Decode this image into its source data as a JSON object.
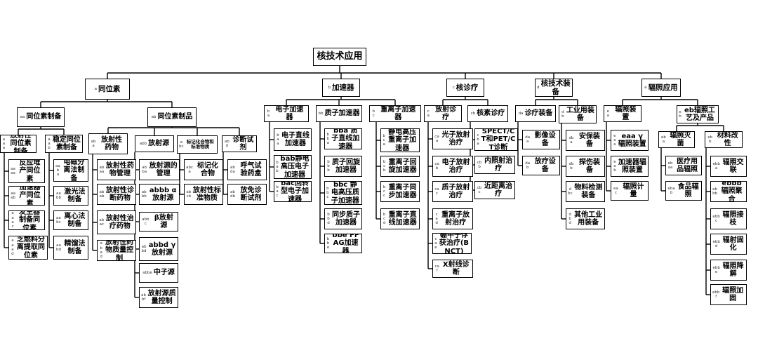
{
  "diagram": {
    "root": {
      "label": "核技术应用"
    },
    "nodes": {
      "isotope": {
        "prefix": "a",
        "label": "同位素"
      },
      "accel": {
        "prefix": "b",
        "label": "加速器"
      },
      "diag": {
        "prefix": "c",
        "label": "核诊疗"
      },
      "equip": {
        "prefix": "d",
        "label": "核技术装备"
      },
      "irrad": {
        "prefix": "e",
        "label": "辐照应用"
      },
      "iso_prep": {
        "prefix": "aa",
        "label": "同位素制备"
      },
      "iso_prod": {
        "prefix": "ab",
        "label": "同位素制品"
      },
      "rad_iso_prep": {
        "prefix": "aaa",
        "label": "放射性同位素制备"
      },
      "stable_iso_prep": {
        "prefix": "aab",
        "label": "稳定同位素制备"
      },
      "reactor_iso": {
        "prefix": "aaaa",
        "label": "反应堆产同位素"
      },
      "accel_iso": {
        "prefix": "aaab",
        "label": "加速器产同位素"
      },
      "gen_iso": {
        "prefix": "aaac",
        "label": "发生器制备同位素"
      },
      "spent_fuel": {
        "prefix": "aaad",
        "label": "乏燃料分离提取同位素"
      },
      "em_sep": {
        "prefix": "aaba",
        "label": "电磁分离法制备"
      },
      "laser": {
        "prefix": "aabb",
        "label": "激光法制备"
      },
      "centri": {
        "prefix": "aabc",
        "label": "离心法制备"
      },
      "distill": {
        "prefix": "aabd",
        "label": "精馏法制备"
      },
      "radio_drug": {
        "prefix": "aba",
        "label": "放射性药物"
      },
      "rad_source": {
        "prefix": "abb",
        "label": "放射源"
      },
      "label_comp": {
        "prefix": "abc",
        "label": "标记化合物和标准物质"
      },
      "diag_kit": {
        "prefix": "abd",
        "label": "诊断试剂"
      },
      "drug_mgmt": {
        "prefix": "abaa",
        "label": "放射性药物管理"
      },
      "drug_diag": {
        "prefix": "abab",
        "label": "放射性诊断药物"
      },
      "drug_ther": {
        "prefix": "abac",
        "label": "放射性治疗药物"
      },
      "drug_qc": {
        "prefix": "abad",
        "label": "放射性药物质量控制"
      },
      "src_mgmt": {
        "prefix": "abba",
        "label": "放射源的管理"
      },
      "alpha": {
        "prefix": "abbb",
        "label": "abbb α放射源"
      },
      "beta": {
        "prefix": "abbc",
        "label": "β放射源"
      },
      "gamma": {
        "prefix": "abbd",
        "label": "abbd γ放射源"
      },
      "neutron": {
        "prefix": "abbe",
        "label": "中子源"
      },
      "src_qc": {
        "prefix": "abbf",
        "label": "放射源质量控制"
      },
      "label_c": {
        "prefix": "abca",
        "label": "标记化合物"
      },
      "std_mat": {
        "prefix": "abcb",
        "label": "放射性标准物质"
      },
      "breath": {
        "prefix": "abda",
        "label": "呼气试验药盒"
      },
      "immuno": {
        "prefix": "abdb",
        "label": "放免诊断试剂"
      },
      "e_accel": {
        "prefix": "ba",
        "label": "电子加速器"
      },
      "p_accel": {
        "prefix": "bb",
        "label": "质子加速器"
      },
      "hi_accel": {
        "prefix": "bc",
        "label": "重离子加速器"
      },
      "e_linear": {
        "prefix": "baa",
        "label": "电子直线加速器"
      },
      "e_static": {
        "prefix": "bab",
        "label": "bab静电高压电子加速器"
      },
      "e_cyclo": {
        "prefix": "bac",
        "label": "bac回转型电子加速器"
      },
      "p_linear": {
        "prefix": "bba",
        "label": "bba 质子直线加速器"
      },
      "p_cyclo": {
        "prefix": "bbb",
        "label": "质子回旋加速器"
      },
      "p_static": {
        "prefix": "bbc",
        "label": "bbc 静电高压质子加速器"
      },
      "p_sync": {
        "prefix": "bbd",
        "label": "同步质子加速器"
      },
      "p_ffag": {
        "prefix": "bbe",
        "label": "bbe FFAG加速器"
      },
      "h_static": {
        "prefix": "bca",
        "label": "静电高压重离子加速器"
      },
      "h_cyclo": {
        "prefix": "bcb",
        "label": "重离子回旋加速器"
      },
      "h_sync": {
        "prefix": "bcc",
        "label": "重离子同步加速器"
      },
      "h_linear": {
        "prefix": "bcd",
        "label": "重离子直线加速器"
      },
      "rad_therapy": {
        "prefix": "ca",
        "label": "放射诊疗"
      },
      "nuc_med": {
        "prefix": "cb",
        "label": "核素诊疗"
      },
      "photon": {
        "prefix": "caa",
        "label": "光子放射治疗"
      },
      "electron": {
        "prefix": "cab",
        "label": "电子放射治疗"
      },
      "proton": {
        "prefix": "cac",
        "label": "质子放射治疗"
      },
      "heavy_ion": {
        "prefix": "cad",
        "label": "重离子放射治疗"
      },
      "bnct": {
        "prefix": "cae",
        "label": "硼中子俘获治疗(BNCT)"
      },
      "xray": {
        "prefix": "caf",
        "label": "X射线诊断"
      },
      "spect": {
        "prefix": "cba",
        "label": "SPECT/CT和PET/CT诊断"
      },
      "internal": {
        "prefix": "cbb",
        "label": "内照射治疗"
      },
      "brachy": {
        "prefix": "cbc",
        "label": "近距离治疗"
      },
      "diag_equip": {
        "prefix": "da",
        "label": "诊疗装备"
      },
      "ind_equip": {
        "prefix": "db",
        "label": "工业用装备"
      },
      "imaging": {
        "prefix": "daa",
        "label": "影像设备"
      },
      "therapy_eq": {
        "prefix": "dab",
        "label": "放疗设备"
      },
      "security": {
        "prefix": "dba",
        "label": "安保装备"
      },
      "flaw": {
        "prefix": "dbb",
        "label": "探伤装备"
      },
      "material": {
        "prefix": "dbc",
        "label": "物料检测装备"
      },
      "other_ind": {
        "prefix": "dbd",
        "label": "其他工业用装备"
      },
      "irr_device": {
        "prefix": "ea",
        "label": "辐照装置"
      },
      "irr_prod": {
        "prefix": "eb",
        "label": "eb辐照工艺及产品"
      },
      "gamma_dev": {
        "prefix": "eaa",
        "label": "eaa γ 辐照装置"
      },
      "accel_dev": {
        "prefix": "eab",
        "label": "加速器辐照装置"
      },
      "dosimetry": {
        "prefix": "eac",
        "label": "辐照计量"
      },
      "sterile": {
        "prefix": "eba",
        "label": "辐照灭菌"
      },
      "modify": {
        "prefix": "ebb",
        "label": "材料改性"
      },
      "medical": {
        "prefix": "ebaa",
        "label": "医疗用品辐照"
      },
      "food": {
        "prefix": "ebab",
        "label": "食品辐照"
      },
      "crosslink": {
        "prefix": "ebba",
        "label": "辐照交联"
      },
      "polymer": {
        "prefix": "ebbb",
        "label": "ebbb 辐照聚合"
      },
      "graft": {
        "prefix": "ebbc",
        "label": "辐照接枝"
      },
      "curing": {
        "prefix": "ebbd",
        "label": "辐射固化"
      },
      "degrade": {
        "prefix": "ebbe",
        "label": "辐照降解"
      },
      "reinforce": {
        "prefix": "ebbf",
        "label": "辐照加固"
      }
    },
    "edges": [
      [
        "root",
        "isotope"
      ],
      [
        "root",
        "accel"
      ],
      [
        "root",
        "diag"
      ],
      [
        "root",
        "equip"
      ],
      [
        "root",
        "irrad"
      ],
      [
        "isotope",
        "iso_prep"
      ],
      [
        "isotope",
        "iso_prod"
      ],
      [
        "iso_prep",
        "rad_iso_prep"
      ],
      [
        "iso_prep",
        "stable_iso_prep"
      ],
      [
        "rad_iso_prep",
        "reactor_iso"
      ],
      [
        "rad_iso_prep",
        "accel_iso"
      ],
      [
        "rad_iso_prep",
        "gen_iso"
      ],
      [
        "rad_iso_prep",
        "spent_fuel"
      ],
      [
        "stable_iso_prep",
        "em_sep"
      ],
      [
        "stable_iso_prep",
        "laser"
      ],
      [
        "stable_iso_prep",
        "centri"
      ],
      [
        "stable_iso_prep",
        "distill"
      ],
      [
        "iso_prod",
        "radio_drug"
      ],
      [
        "iso_prod",
        "rad_source"
      ],
      [
        "iso_prod",
        "label_comp"
      ],
      [
        "iso_prod",
        "diag_kit"
      ],
      [
        "radio_drug",
        "drug_mgmt"
      ],
      [
        "radio_drug",
        "drug_diag"
      ],
      [
        "radio_drug",
        "drug_ther"
      ],
      [
        "radio_drug",
        "drug_qc"
      ],
      [
        "rad_source",
        "src_mgmt"
      ],
      [
        "rad_source",
        "alpha"
      ],
      [
        "rad_source",
        "beta"
      ],
      [
        "rad_source",
        "gamma"
      ],
      [
        "rad_source",
        "neutron"
      ],
      [
        "rad_source",
        "src_qc"
      ],
      [
        "label_comp",
        "label_c"
      ],
      [
        "label_comp",
        "std_mat"
      ],
      [
        "diag_kit",
        "breath"
      ],
      [
        "diag_kit",
        "immuno"
      ],
      [
        "accel",
        "e_accel"
      ],
      [
        "accel",
        "p_accel"
      ],
      [
        "accel",
        "hi_accel"
      ],
      [
        "e_accel",
        "e_linear"
      ],
      [
        "e_accel",
        "e_static"
      ],
      [
        "e_accel",
        "e_cyclo"
      ],
      [
        "p_accel",
        "p_linear"
      ],
      [
        "p_accel",
        "p_cyclo"
      ],
      [
        "p_accel",
        "p_static"
      ],
      [
        "p_accel",
        "p_sync"
      ],
      [
        "p_accel",
        "p_ffag"
      ],
      [
        "hi_accel",
        "h_static"
      ],
      [
        "hi_accel",
        "h_cyclo"
      ],
      [
        "hi_accel",
        "h_sync"
      ],
      [
        "hi_accel",
        "h_linear"
      ],
      [
        "diag",
        "rad_therapy"
      ],
      [
        "diag",
        "nuc_med"
      ],
      [
        "rad_therapy",
        "photon"
      ],
      [
        "rad_therapy",
        "electron"
      ],
      [
        "rad_therapy",
        "proton"
      ],
      [
        "rad_therapy",
        "heavy_ion"
      ],
      [
        "rad_therapy",
        "bnct"
      ],
      [
        "rad_therapy",
        "xray"
      ],
      [
        "nuc_med",
        "spect"
      ],
      [
        "nuc_med",
        "internal"
      ],
      [
        "nuc_med",
        "brachy"
      ],
      [
        "equip",
        "diag_equip"
      ],
      [
        "equip",
        "ind_equip"
      ],
      [
        "diag_equip",
        "imaging"
      ],
      [
        "diag_equip",
        "therapy_eq"
      ],
      [
        "ind_equip",
        "security"
      ],
      [
        "ind_equip",
        "flaw"
      ],
      [
        "ind_equip",
        "material"
      ],
      [
        "ind_equip",
        "other_ind"
      ],
      [
        "irrad",
        "irr_device"
      ],
      [
        "irrad",
        "irr_prod"
      ],
      [
        "irr_device",
        "gamma_dev"
      ],
      [
        "irr_device",
        "accel_dev"
      ],
      [
        "irr_device",
        "dosimetry"
      ],
      [
        "irr_prod",
        "sterile"
      ],
      [
        "irr_prod",
        "modify"
      ],
      [
        "sterile",
        "medical"
      ],
      [
        "sterile",
        "food"
      ],
      [
        "modify",
        "crosslink"
      ],
      [
        "modify",
        "polymer"
      ],
      [
        "modify",
        "graft"
      ],
      [
        "modify",
        "curing"
      ],
      [
        "modify",
        "degrade"
      ],
      [
        "modify",
        "reinforce"
      ]
    ]
  }
}
